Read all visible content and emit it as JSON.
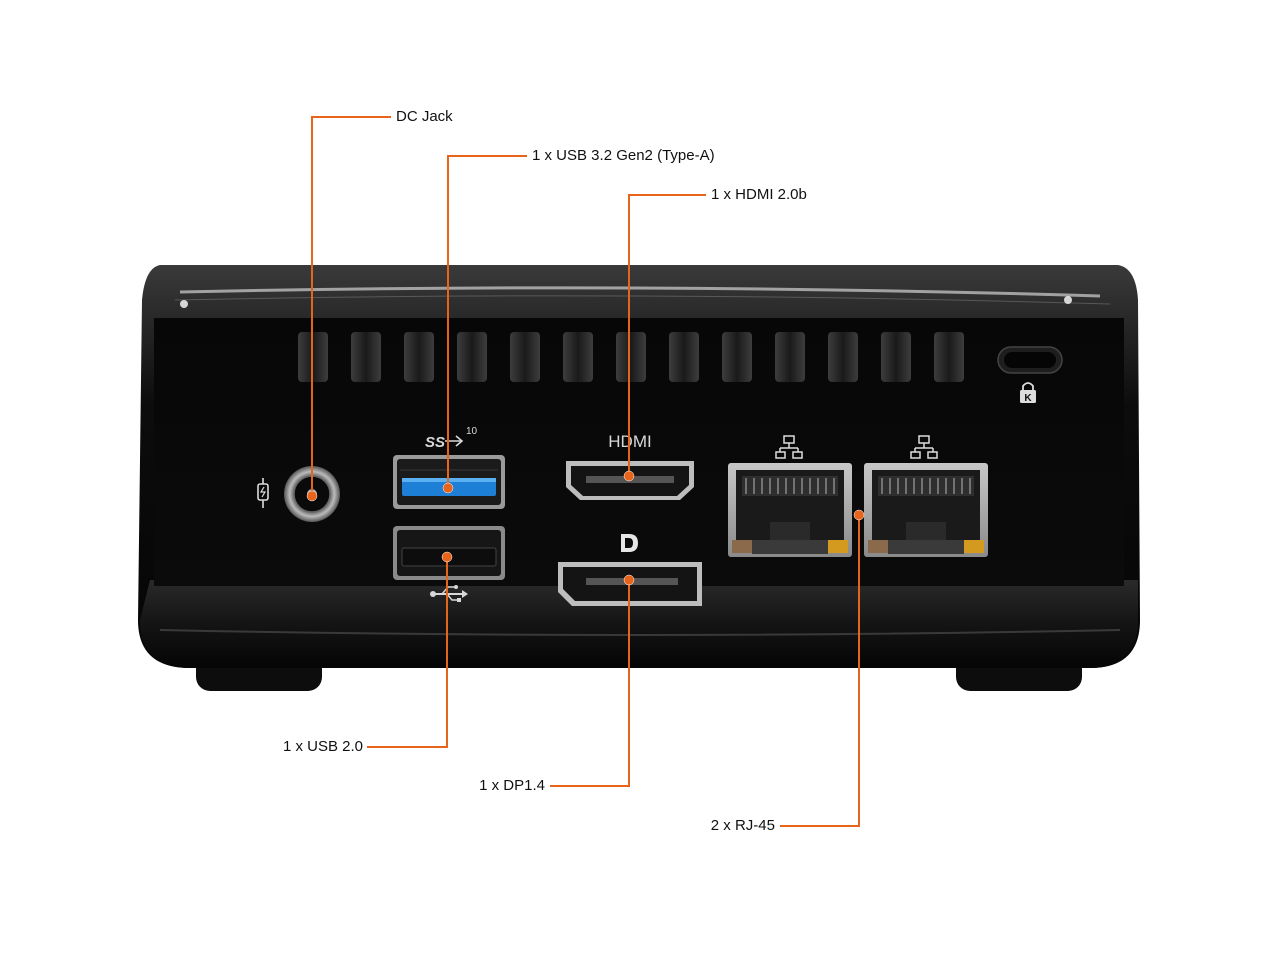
{
  "callouts": {
    "dc_jack": "DC Jack",
    "usb32": "1 x USB 3.2 Gen2 (Type-A)",
    "hdmi": "1 x HDMI 2.0b",
    "usb20": "1 x USB 2.0",
    "dp": "1 x DP1.4",
    "rj45": "2 x RJ-45"
  },
  "port_labels": {
    "hdmi": "HDMI",
    "usb_speed": "10",
    "ss_logo": "SS"
  },
  "colors": {
    "callout_line": "#e8641b",
    "chassis": "#0b0b0b",
    "usb3_tongue": "#1e7fd6"
  },
  "icons": [
    "power-plug-icon",
    "superspeed-usb-icon",
    "usb-icon",
    "displayport-icon",
    "network-icon",
    "kensington-lock-icon"
  ]
}
